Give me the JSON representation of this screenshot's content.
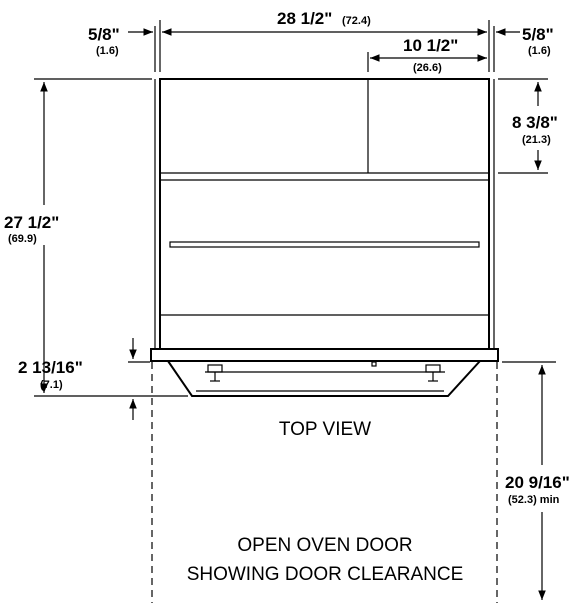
{
  "dimensions": {
    "width_total": {
      "imperial": "28 1/2\"",
      "metric": "(72.4)"
    },
    "side_left": {
      "imperial": "5/8\"",
      "metric": "(1.6)"
    },
    "side_right": {
      "imperial": "5/8\"",
      "metric": "(1.6)"
    },
    "inner_width": {
      "imperial": "10 1/2\"",
      "metric": "(26.6)"
    },
    "top_section": {
      "imperial": "8 3/8\"",
      "metric": "(21.3)"
    },
    "depth": {
      "imperial": "27 1/2\"",
      "metric": "(69.9)"
    },
    "door_thickness": {
      "imperial": "2 13/16\"",
      "metric": "(7.1)"
    },
    "door_clearance": {
      "imperial": "20 9/16\"",
      "metric": "(52.3) min"
    }
  },
  "captions": {
    "view": "TOP VIEW",
    "door_line1": "OPEN OVEN DOOR",
    "door_line2": "SHOWING DOOR CLEARANCE"
  }
}
